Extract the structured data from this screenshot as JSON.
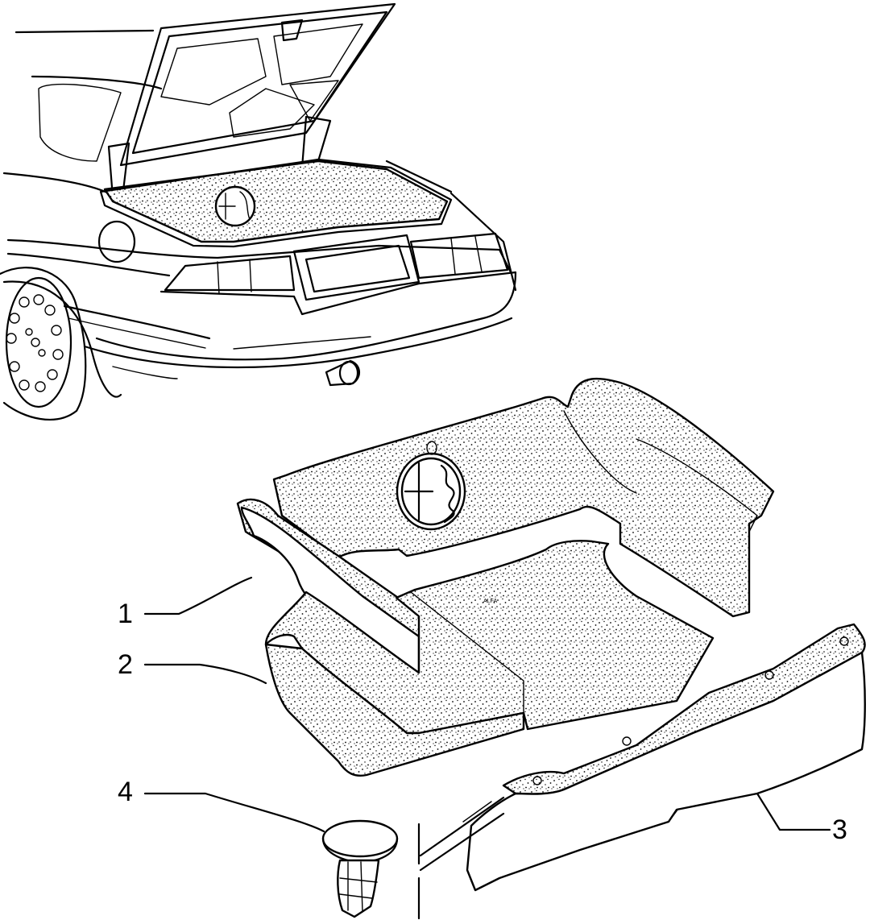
{
  "callouts": [
    {
      "id": "1",
      "label": "1"
    },
    {
      "id": "2",
      "label": "2"
    },
    {
      "id": "3",
      "label": "3"
    },
    {
      "id": "4",
      "label": "4"
    }
  ],
  "style": {
    "line_color": "#000000",
    "background": "#ffffff"
  },
  "icons": [
    "car-rear-icon",
    "trunk-lining-icon",
    "floor-mat-icon",
    "side-panel-icon",
    "push-clip-icon",
    "alfa-romeo-badge-icon"
  ]
}
